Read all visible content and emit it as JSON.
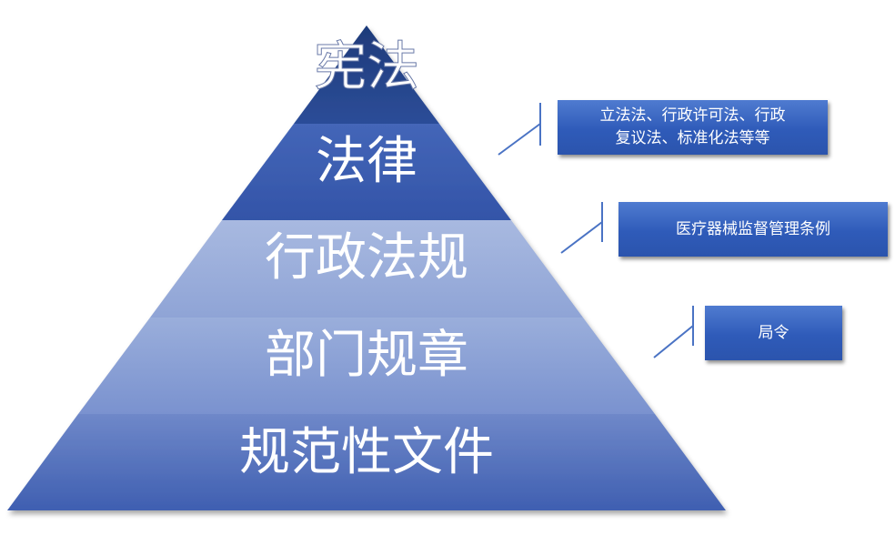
{
  "tiers": [
    {
      "label": "宪法"
    },
    {
      "label": "法律"
    },
    {
      "label": "行政法规"
    },
    {
      "label": "部门规章"
    },
    {
      "label": "规范性文件"
    }
  ],
  "callouts": [
    {
      "line1": "立法法、行政许可法、行政",
      "line2": "复议法、标准化法等等"
    },
    {
      "line1": "医疗器械监督管理条例"
    },
    {
      "line1": "局令"
    }
  ],
  "colors": {
    "apex": "#233f80",
    "tier_dark": "#3556aa",
    "tier_light": "#9eb1dc",
    "callout": "#3a65c3",
    "connector": "#4a73c4"
  }
}
